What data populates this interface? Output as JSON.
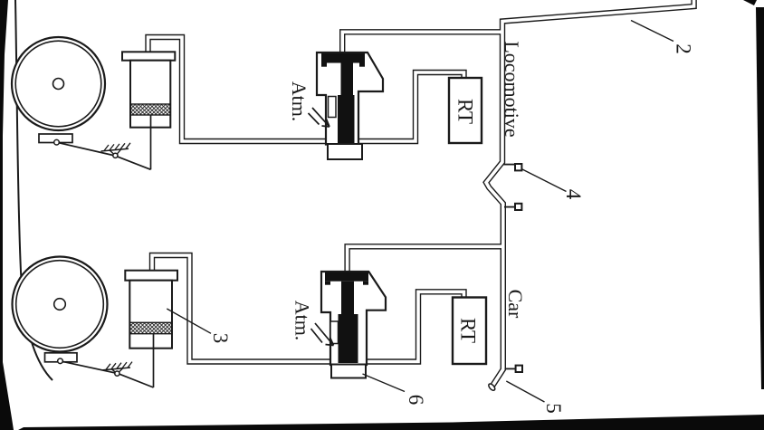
{
  "colors": {
    "ink": "#1a1a1a",
    "paper": "#ffffff"
  },
  "diagram": {
    "section_labels": {
      "locomotive": "Locomotive",
      "car": "Car"
    },
    "component_labels": {
      "rt_locomotive": "RT",
      "rt_car": "RT",
      "atm_locomotive": "Atm.",
      "atm_car": "Atm."
    },
    "callouts": {
      "c2": "2",
      "c3": "3",
      "c4": "4",
      "c5": "5",
      "c6": "6"
    }
  }
}
